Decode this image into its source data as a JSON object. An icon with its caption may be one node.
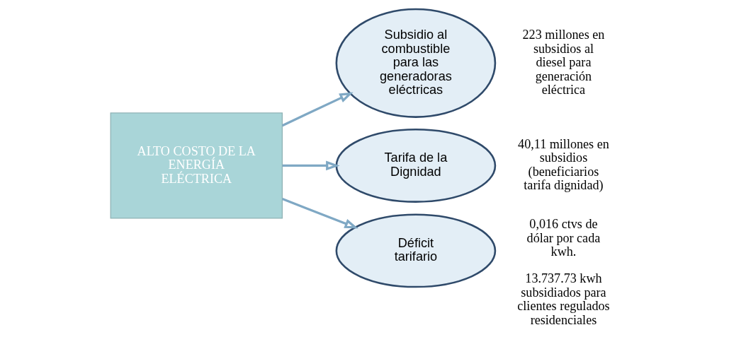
{
  "diagram": {
    "nodes": [
      {
        "text": [
          "ALTO COSTO DE LA ENERGÍA ELÉCTRICA"
        ]
      },
      {
        "text": [
          "Subsidio al combustible para las generadoras eléctricas"
        ],
        "beside": [
          "223 millones en subsidios al diesel para generación eléctrica"
        ]
      },
      {
        "text": [
          "Tarifa de la Dignidad"
        ],
        "beside": [
          "40,11 millones en subsidios (beneficiarios tarifa dignidad)"
        ]
      },
      {
        "text": [
          "Déficit tarifario"
        ],
        "beside": [
          "0,016 ctvs de dólar por cada kwh.",
          "13.737.73 kwh subsidiados para clientes regulados residenciales"
        ]
      }
    ],
    "edges": [
      {
        "from": 0,
        "to": 1,
        "arrow": "to"
      },
      {
        "from": 0,
        "to": 2,
        "arrow": "to"
      },
      {
        "from": 0,
        "to": 3,
        "arrow": "to"
      }
    ]
  }
}
